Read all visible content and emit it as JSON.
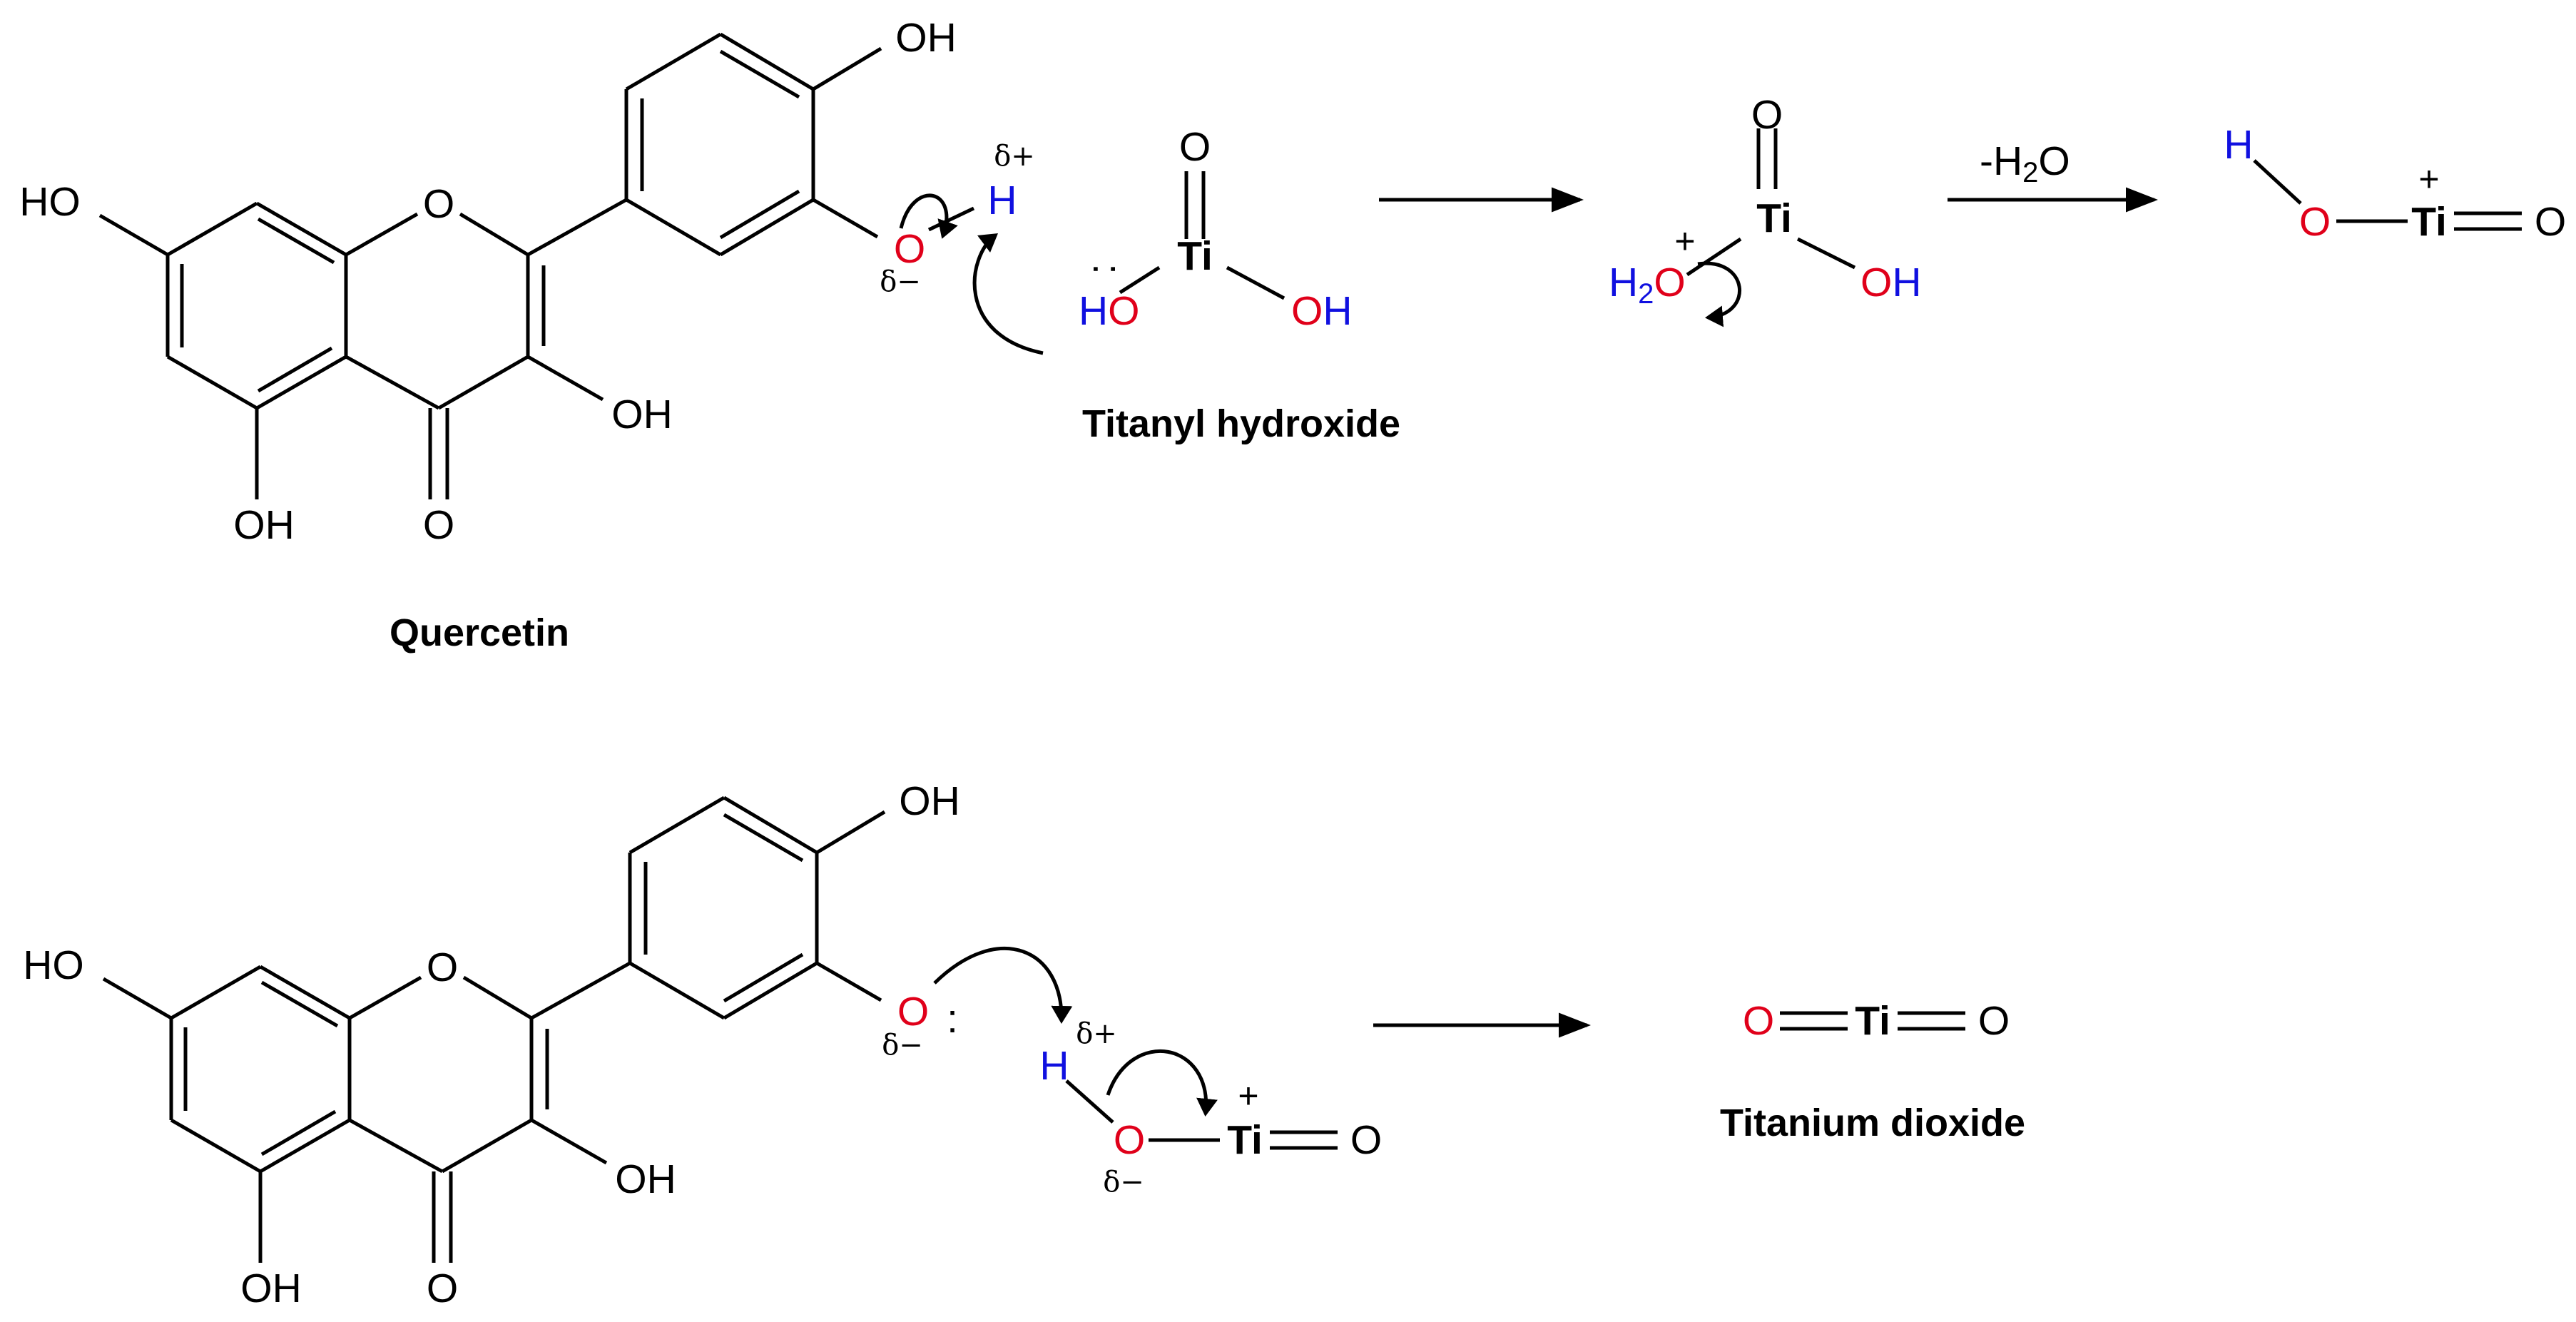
{
  "labels": {
    "oh": "OH",
    "ho": "HO",
    "o": "O",
    "h": "H",
    "ti": "Ti",
    "h2o_prefix": "H",
    "sub2": "2",
    "o_suffix": "O",
    "minus_h": "-H",
    "minus_o": "O",
    "plus": "+",
    "delta_plus": "δ+",
    "delta_minus": "δ−",
    "lone_pair": ":"
  },
  "names": {
    "quercetin": "Quercetin",
    "titanyl_hydroxide": "Titanyl hydroxide",
    "titanium_dioxide": "Titanium dioxide"
  },
  "colors": {
    "oxygen": "#e0001a",
    "hydrogen": "#1010e0",
    "bond": "#000000"
  }
}
